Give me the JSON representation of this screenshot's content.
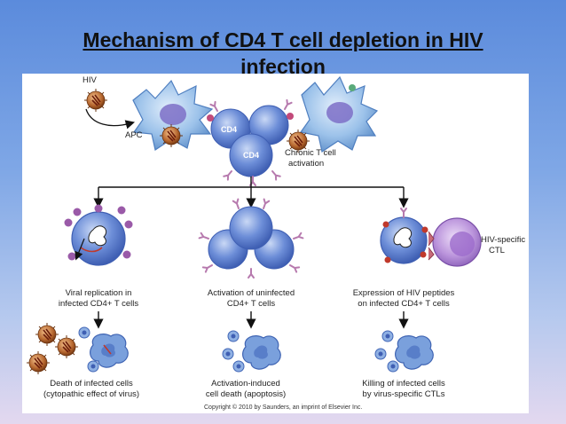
{
  "title_line1": "Mechanism of CD4 T cell depletion in HIV",
  "title_line2": "infection",
  "labels": {
    "hiv": "HIV",
    "apc": "APC",
    "cd4": "CD4",
    "chronic_line1": "Chronic T cell",
    "chronic_line2": "activation",
    "ctl_line1": "HIV-specific",
    "ctl_line2": "CTL",
    "viral_rep_line1": "Viral replication in",
    "viral_rep_line2": "infected CD4+ T cells",
    "activation_line1": "Activation of uninfected",
    "activation_line2": "CD4+ T cells",
    "expression_line1": "Expression of HIV peptides",
    "expression_line2": "on infected CD4+ T cells",
    "death_line1": "Death of infected cells",
    "death_line2": "(cytopathic effect of virus)",
    "aicd_line1": "Activation-induced",
    "aicd_line2": "cell death (apoptosis)",
    "killing_line1": "Killing of infected cells",
    "killing_line2": "by virus-specific CTLs",
    "copyright": "Copyright © 2010 by Saunders, an imprint of Elsevier Inc."
  },
  "colors": {
    "cell_blue": "#5b7fd0",
    "apc_blue": "#8fb8e6",
    "virus_brown": "#b5652d",
    "ctl_purple": "#b58fd6",
    "receptor_pink": "#c77bb0"
  }
}
